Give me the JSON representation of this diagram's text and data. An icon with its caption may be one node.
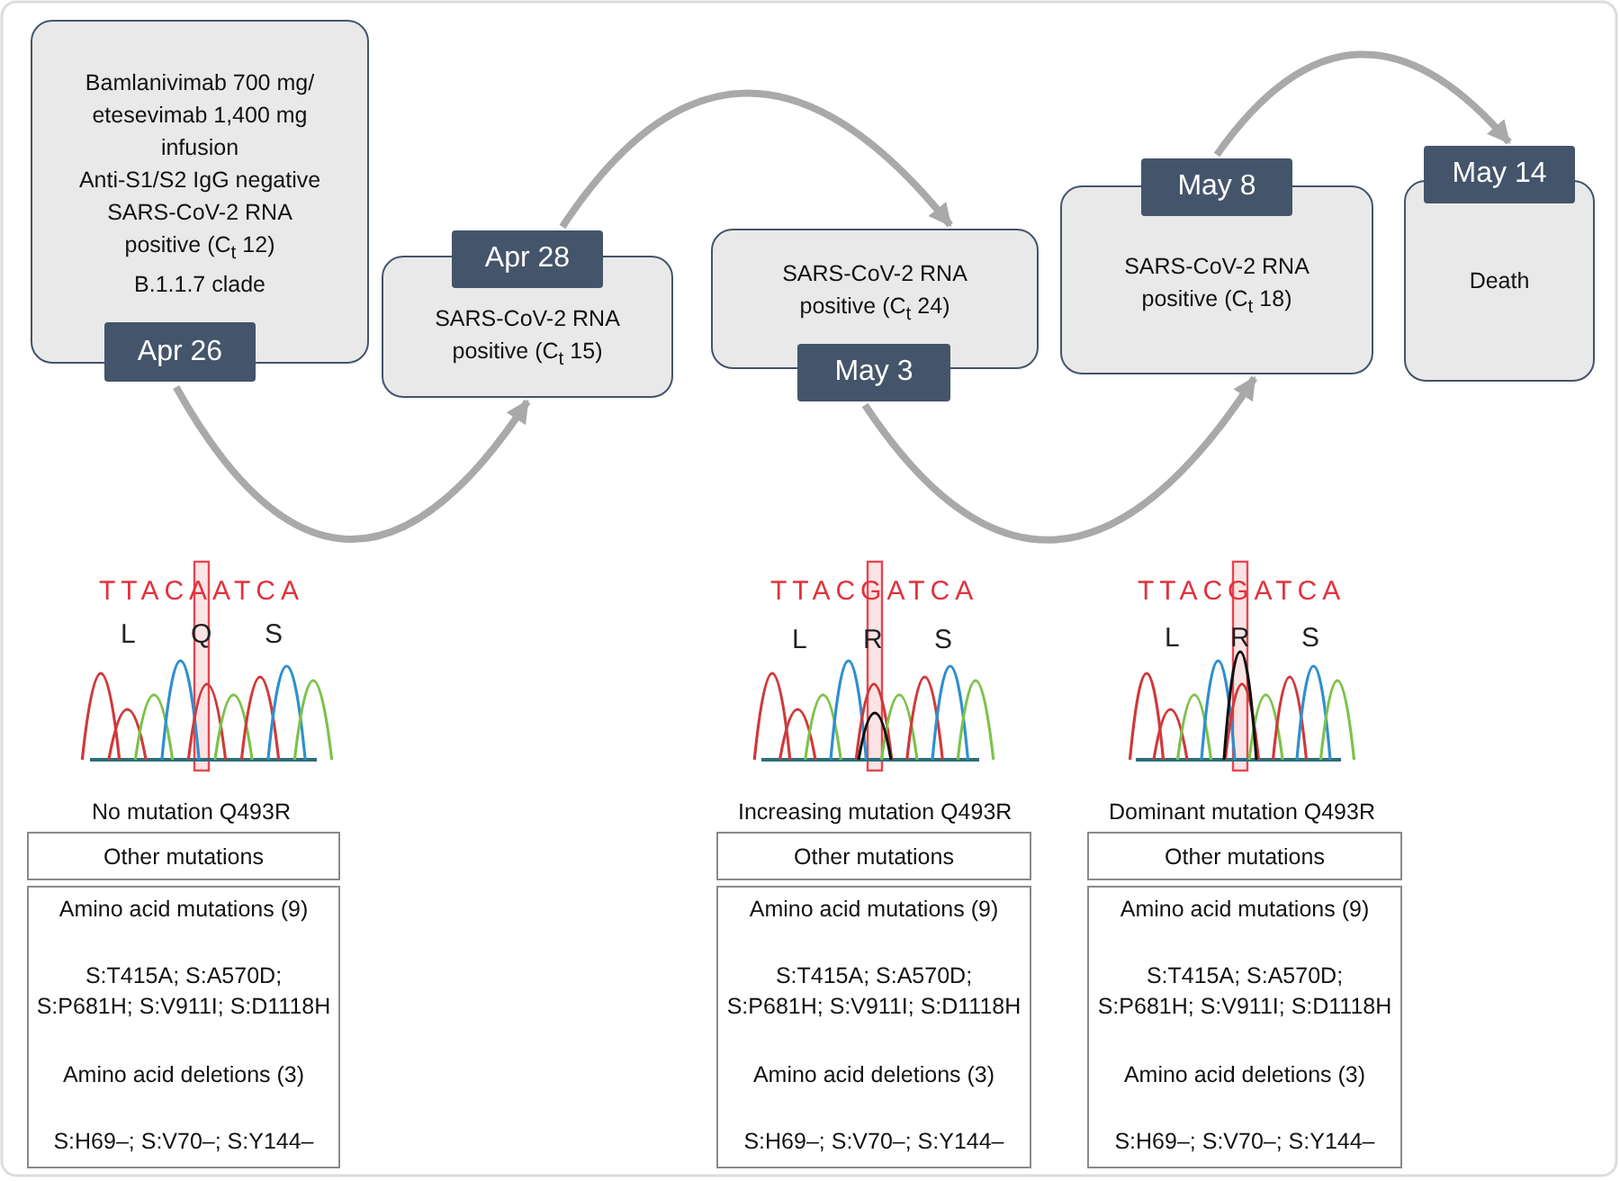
{
  "diagram": {
    "nodes": [
      {
        "text": [
          "Bamlanivimab 700 mg/ etesevimab 1,400 mg infusion",
          "Anti-S1/S2 IgG negative",
          "SARS-CoV-2 RNA positive (C$_{t}$ 12)",
          "B.1.1.7 clade",
          "Apr 26"
        ]
      },
      {
        "text": [
          "Apr 28",
          "SARS-CoV-2 RNA positive (C$_{t}$ 15)"
        ]
      },
      {
        "text": [
          "SARS-CoV-2 RNA positive (C$_{t}$ 24)",
          "May 3"
        ]
      },
      {
        "text": [
          "May 8",
          "SARS-CoV-2 RNA positive (C$_{t}$ 18)"
        ]
      },
      {
        "text": [
          "May 14",
          "Death"
        ]
      },
      {
        "text": [
          "Other mutations"
        ]
      },
      {
        "text": [
          "Amino acid mutations (9)",
          "S:T415A; S:A570D; S:P681H; S:V911I; S:D1118H",
          "Amino acid deletions (3)",
          "S:H69–; S:V70–; S:Y144–"
        ]
      },
      {
        "text": [
          "Other mutations"
        ]
      },
      {
        "text": [
          "Amino acid mutations (9)",
          "S:T415A; S:A570D; S:P681H; S:V911I; S:D1118H",
          "Amino acid deletions (3)",
          "S:H69–; S:V70–; S:Y144–"
        ]
      },
      {
        "text": [
          "Other mutations"
        ]
      },
      {
        "text": [
          "Amino acid mutations (9)",
          "S:T415A; S:A570D; S:P681H; S:V911I; S:D1118H",
          "Amino acid deletions (3)",
          "S:H69–; S:V70–; S:Y144–"
        ]
      }
    ],
    "edges": [
      {
        "from": 0,
        "to": 1,
        "arrow": "to"
      },
      {
        "from": 1,
        "to": 2,
        "arrow": "to"
      },
      {
        "from": 2,
        "to": 3,
        "arrow": "to"
      },
      {
        "from": 3,
        "to": 4,
        "arrow": "to"
      }
    ],
    "labels": [
      "TTACAATCA",
      "TTACGATCA",
      "TTACGATCA",
      "L",
      "Q",
      "S",
      "L",
      "R",
      "S",
      "L",
      "R",
      "S",
      "No mutation Q493R",
      "Increasing mutation Q493R",
      "Dominant mutation Q493R"
    ]
  }
}
